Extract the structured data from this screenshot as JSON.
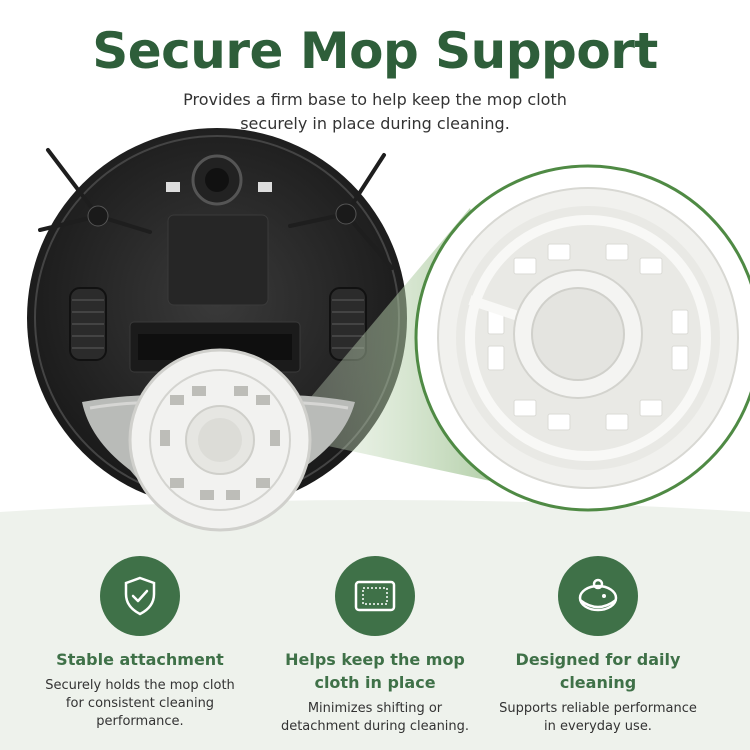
{
  "header": {
    "title": "Secure Mop Support",
    "subtitle": "Provides a firm base to help keep the mop cloth securely in place during cleaning."
  },
  "colors": {
    "brand_green": "#2e5e3a",
    "icon_green": "#3f7148",
    "band": "#eef2ec"
  },
  "features": [
    {
      "icon": "shield-check-icon",
      "title": "Stable attachment",
      "description": "Securely holds the mop cloth for consistent cleaning performance."
    },
    {
      "icon": "mop-cloth-frame-icon",
      "title": "Helps keep the mop cloth in place",
      "description": "Minimizes shifting or detachment during cleaning."
    },
    {
      "icon": "robot-vacuum-icon",
      "title": "Designed for daily cleaning",
      "description": "Supports reliable performance in everyday use."
    }
  ]
}
